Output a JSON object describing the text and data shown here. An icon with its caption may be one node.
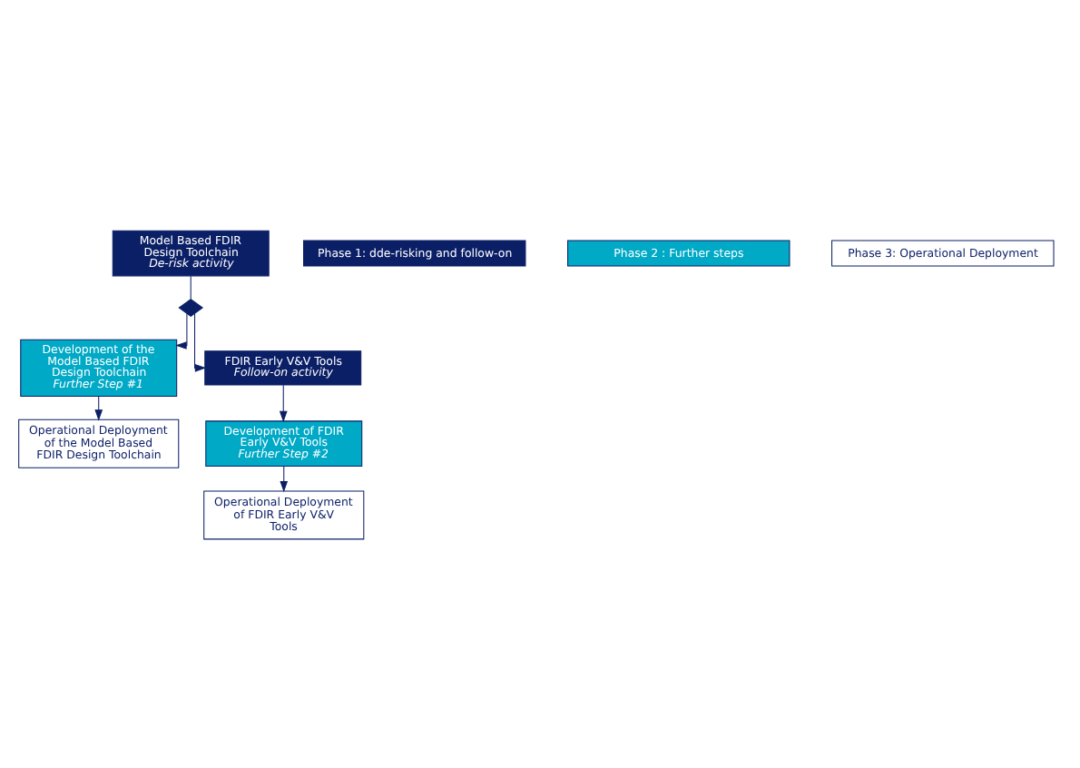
{
  "diagram": {
    "nodes": [
      {
        "text": [
          "Model Based FDIR Design Toolchain",
          "De-risk activity"
        ]
      },
      {
        "text": [],
        "shape": "diamond"
      },
      {
        "text": [
          "Development of the Model Based FDIR Design Toolchain",
          "Further Step #1"
        ]
      },
      {
        "text": [
          "Operational Deployment of the Model Based FDIR Design Toolchain"
        ]
      },
      {
        "text": [
          "FDIR Early V&V Tools",
          "Follow-on activity"
        ]
      },
      {
        "text": [
          "Development of FDIR Early V&V Tools",
          "Further Step #2"
        ]
      },
      {
        "text": [
          "Operational Deployment of FDIR Early V&V Tools"
        ]
      }
    ],
    "edges": [
      {
        "from": 0,
        "to": 1,
        "arrow": "none"
      },
      {
        "from": 1,
        "to": 2,
        "arrow": "to"
      },
      {
        "from": 1,
        "to": 4,
        "arrow": "to"
      },
      {
        "from": 2,
        "to": 3,
        "arrow": "to"
      },
      {
        "from": 4,
        "to": 5,
        "arrow": "to"
      },
      {
        "from": 5,
        "to": 6,
        "arrow": "to"
      }
    ],
    "legend": [
      {
        "text": "Phase 1: dde-risking and follow-on",
        "color": "#0b1f66"
      },
      {
        "text": "Phase 2 : Further steps",
        "color": "#00a9c6"
      },
      {
        "text": "Phase 3: Operational Deployment",
        "color": "#ffffff"
      }
    ]
  }
}
